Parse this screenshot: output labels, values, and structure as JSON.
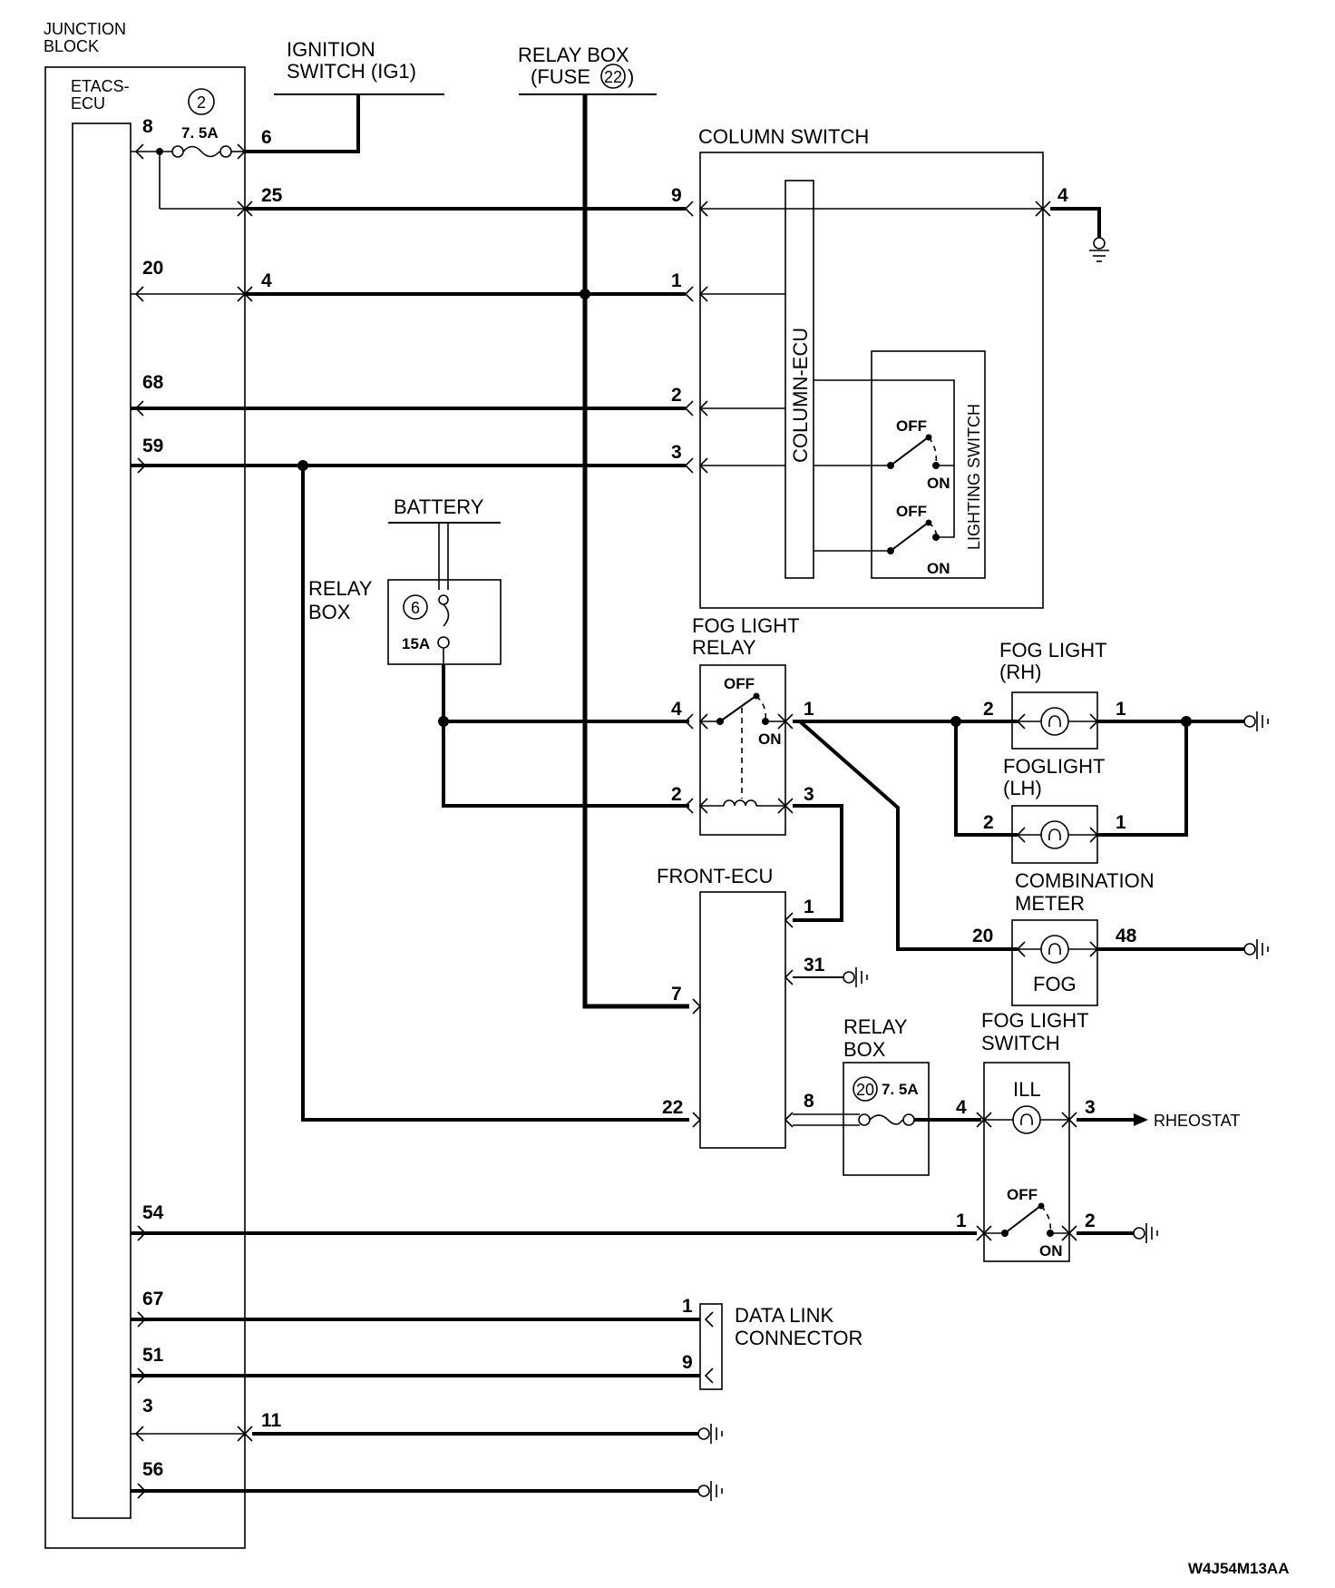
{
  "labels": {
    "junction_block_1": "JUNCTION",
    "junction_block_2": "BLOCK",
    "etacs_1": "ETACS-",
    "etacs_2": "ECU",
    "ignition_1": "IGNITION",
    "ignition_2": "SWITCH (IG1)",
    "relay_box_fuse_1": "RELAY BOX",
    "relay_box_fuse_2": "(FUSE",
    "relay_box_fuse_3": ")",
    "column_switch": "COLUMN SWITCH",
    "column_ecu": "COLUMN-ECU",
    "lighting_switch": "LIGHTING SWITCH",
    "battery": "BATTERY",
    "relay_box_a_1": "RELAY",
    "relay_box_a_2": "BOX",
    "fog_relay_1": "FOG LIGHT",
    "fog_relay_2": "RELAY",
    "fog_rh_1": "FOG LIGHT",
    "fog_rh_2": "(RH)",
    "fog_lh_1": "FOGLIGHT",
    "fog_lh_2": "(LH)",
    "combo_1": "COMBINATION",
    "combo_2": "METER",
    "fog": "FOG",
    "front_ecu": "FRONT-ECU",
    "relay_box_b_1": "RELAY",
    "relay_box_b_2": "BOX",
    "fog_switch_1": "FOG LIGHT",
    "fog_switch_2": "SWITCH",
    "ill": "ILL",
    "rheostat": "RHEOSTAT",
    "dlc_1": "DATA LINK",
    "dlc_2": "CONNECTOR",
    "off": "OFF",
    "on": "ON",
    "code": "W4J54M13AA"
  },
  "fuses": {
    "f2_num": "2",
    "f2_amp": "7. 5A",
    "f22_num": "22",
    "f6_num": "6",
    "f6_amp": "15A",
    "f20_num": "20",
    "f20_amp": "7. 5A"
  },
  "pins": {
    "etacs_8": "8",
    "jb_6": "6",
    "jb_25": "25",
    "etacs_20": "20",
    "jb_4": "4",
    "etacs_68": "68",
    "etacs_59": "59",
    "etacs_54": "54",
    "etacs_67": "67",
    "etacs_51": "51",
    "etacs_3": "3",
    "jb_11": "11",
    "etacs_56": "56",
    "cs_9": "9",
    "cs_4": "4",
    "cs_1": "1",
    "cs_2": "2",
    "cs_3": "3",
    "fr_4": "4",
    "fr_1": "1",
    "fr_2": "2",
    "fr_3": "3",
    "frh_2": "2",
    "frh_1": "1",
    "flh_2": "2",
    "flh_1": "1",
    "cm_20": "20",
    "cm_48": "48",
    "fe_1": "1",
    "fe_31": "31",
    "fe_7": "7",
    "fe_22": "22",
    "fe_8": "8",
    "fs_4": "4",
    "fs_3": "3",
    "fs_1": "1",
    "fs_2": "2",
    "dlc_1": "1",
    "dlc_9": "9"
  }
}
